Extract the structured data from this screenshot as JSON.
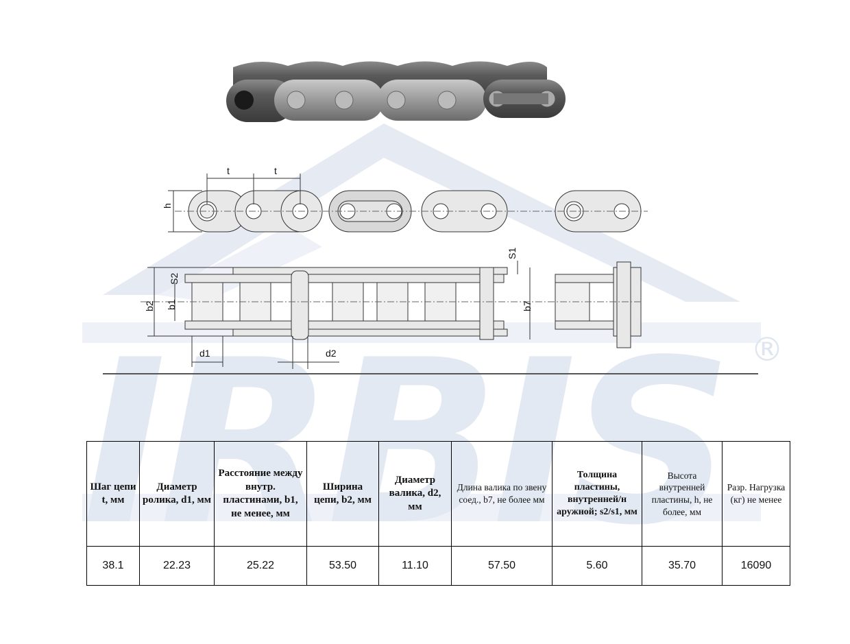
{
  "drawing": {
    "pitch_label_1": "t",
    "pitch_label_2": "t",
    "h_label": "h",
    "s2_label": "S2",
    "s1_label": "S1",
    "b2_label": "b2",
    "b1_label": "b1",
    "b7_label": "b7",
    "d1_label": "d1",
    "d2_label": "d2"
  },
  "watermark": {
    "brand": "IRBIS",
    "registered": "®"
  },
  "table": {
    "headers": [
      "Шаг цепи t, мм",
      "Диаметр ролика, d1, мм",
      "Расстояние между внутр. пластинами, b1, не менее, мм",
      "Ширина цепи, b2, мм",
      "Диаметр валика, d2, мм",
      "Длина валика по звену соед., b7, не более мм",
      "Толщина пластины, внутренней/н аружной; s2/s1, мм",
      "Высота внутренней пластины, h, не более, мм",
      "Разр. Нагрузка (кг) не менее"
    ],
    "values": [
      "38.1",
      "22.23",
      "25.22",
      "53.50",
      "11.10",
      "57.50",
      "5.60",
      "35.70",
      "16090"
    ]
  }
}
